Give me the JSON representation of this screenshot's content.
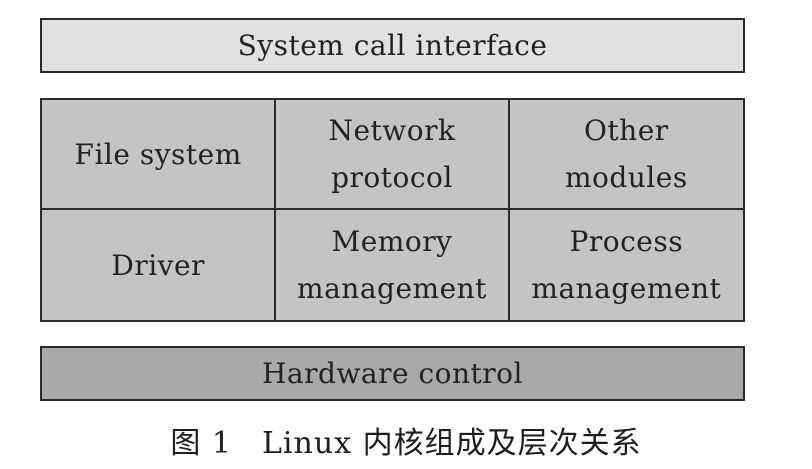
{
  "diagram": {
    "top_bar": "System call interface",
    "cells": [
      "File system",
      "Network\nprotocol",
      "Other\nmodules",
      "Driver",
      "Memory\nmanagement",
      "Process\nmanagement"
    ],
    "bottom_bar": "Hardware control"
  },
  "caption": {
    "figure_number": "图 1",
    "text": "Linux 内核组成及层次关系"
  },
  "colors": {
    "top_bar_fill": "#e1e1e1",
    "grid_fill": "#c4c4c4",
    "bottom_bar_fill": "#a9a9a9",
    "border": "#2b2b2b"
  }
}
